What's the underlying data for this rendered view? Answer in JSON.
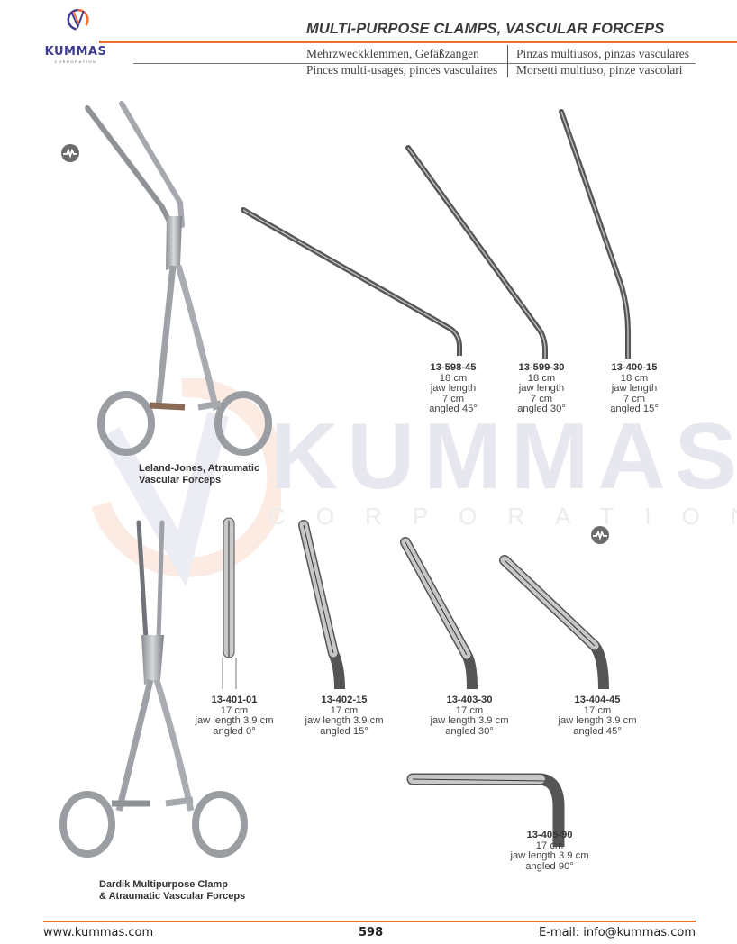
{
  "header": {
    "brand": "KUMMAS",
    "brand_sub": "CORPORATION",
    "title": "MULTI-PURPOSE CLAMPS, VASCULAR FORCEPS",
    "subtitles": {
      "german": "Mehrzweckklemmen, Gefäßzangen",
      "spanish": "Pinzas multiusos, pinzas vasculares",
      "french": "Pinces multi-usages, pinces vasculaires",
      "italian": "Morsetti multiuso, pinze vascolari"
    },
    "accent_color": "#f07033",
    "brand_color": "#3d3c8e"
  },
  "watermark": {
    "text": "KUMMAS",
    "sub": "CORPORATION"
  },
  "icons": {
    "atraumatic": "atraumatic-serration-icon"
  },
  "products": {
    "leland_jones": {
      "caption_line1": "Leland-Jones, Atraumatic",
      "caption_line2": "Vascular Forceps",
      "variants": [
        {
          "code": "13-598-45",
          "size": "18 cm",
          "jaw_label": "jaw length",
          "jaw": "7 cm",
          "angle": "angled 45°"
        },
        {
          "code": "13-599-30",
          "size": "18 cm",
          "jaw_label": "jaw length",
          "jaw": "7 cm",
          "angle": "angled 30°"
        },
        {
          "code": "13-400-15",
          "size": "18 cm",
          "jaw_label": "jaw length",
          "jaw": "7 cm",
          "angle": "angled 15°"
        }
      ]
    },
    "dardik": {
      "caption_line1": "Dardik Multipurpose Clamp",
      "caption_line2": "& Atraumatic Vascular Forceps",
      "variants": [
        {
          "code": "13-401-01",
          "size": "17 cm",
          "jaw": "jaw length 3.9 cm",
          "angle": "angled 0°"
        },
        {
          "code": "13-402-15",
          "size": "17 cm",
          "jaw": "jaw length 3.9 cm",
          "angle": "angled 15°"
        },
        {
          "code": "13-403-30",
          "size": "17 cm",
          "jaw": "jaw length 3.9 cm",
          "angle": "angled 30°"
        },
        {
          "code": "13-404-45",
          "size": "17 cm",
          "jaw": "jaw length 3.9 cm",
          "angle": "angled 45°"
        },
        {
          "code": "13-405-90",
          "size": "17 cm",
          "jaw": "jaw length 3.9 cm",
          "angle": "angled 90°"
        }
      ]
    }
  },
  "footer": {
    "website": "www.kummas.com",
    "page": "598",
    "email": "E-mail: info@kummas.com"
  }
}
